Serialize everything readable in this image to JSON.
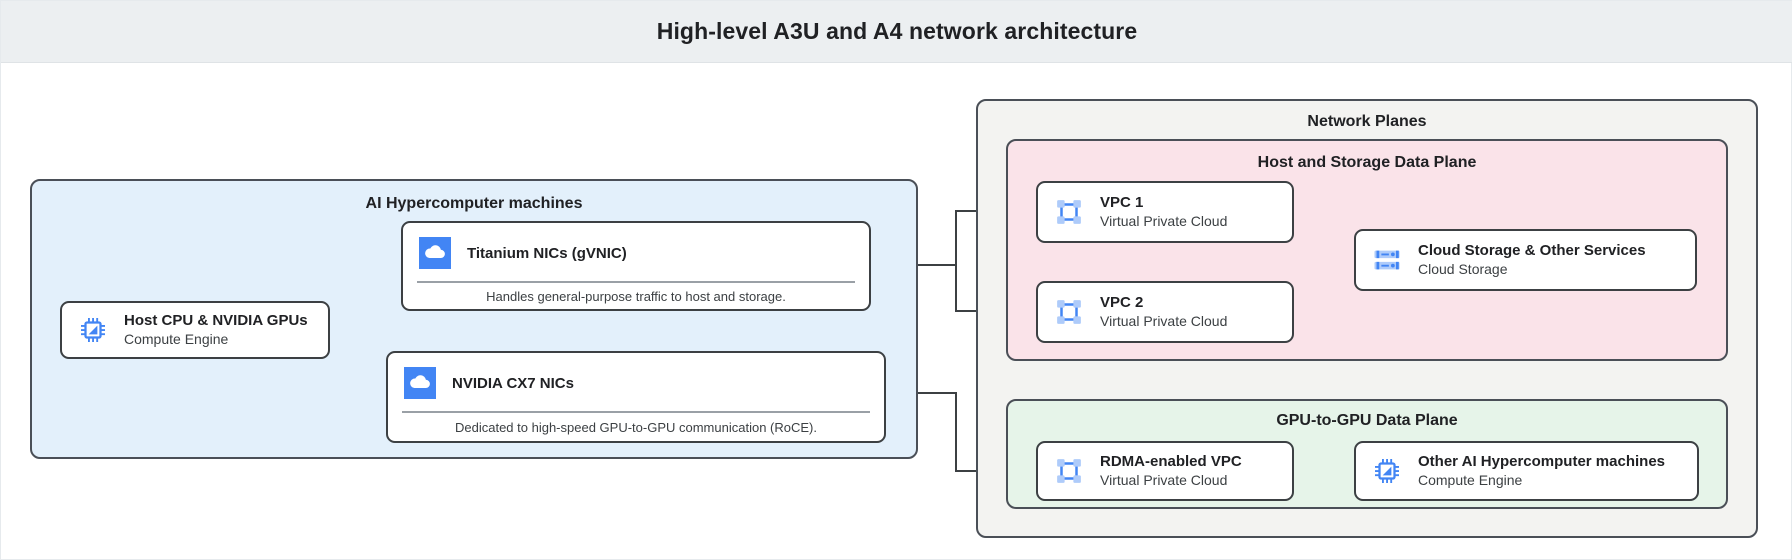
{
  "header": {
    "title": "High-level A3U and A4 network architecture"
  },
  "colors": {
    "header_bg": "#eceff1",
    "machines_panel_bg": "#e3f0fb",
    "network_planes_bg": "#f3f3f1",
    "host_storage_plane_bg": "#fae3e9",
    "gpu_plane_bg": "#e6f4e9",
    "card_bg": "#ffffff",
    "border": "#3c4043",
    "icon_blue": "#4285f4",
    "icon_blue_light": "#8ab4f8",
    "icon_blue_pale": "#aecbfa",
    "text": "#202124",
    "divider": "#9aa0a6"
  },
  "machines_panel": {
    "title": "AI Hypercomputer machines",
    "host": {
      "title": "Host CPU & NVIDIA GPUs",
      "subtitle": "Compute Engine",
      "icon": "cpu-chip-icon"
    },
    "nics": [
      {
        "title": "Titanium NICs (gVNIC)",
        "description": "Handles general-purpose traffic to host and storage.",
        "icon": "cloud-icon"
      },
      {
        "title": "NVIDIA CX7 NICs",
        "description": "Dedicated to high-speed GPU-to-GPU communication (RoCE).",
        "icon": "cloud-icon"
      }
    ]
  },
  "network_planes": {
    "title": "Network Planes",
    "host_storage_plane": {
      "title": "Host and Storage Data Plane",
      "vpcs": [
        {
          "title": "VPC 1",
          "subtitle": "Virtual Private Cloud",
          "icon": "vpc-icon"
        },
        {
          "title": "VPC 2",
          "subtitle": "Virtual Private Cloud",
          "icon": "vpc-icon"
        }
      ],
      "target": {
        "title": "Cloud Storage & Other Services",
        "subtitle": "Cloud Storage",
        "icon": "storage-rack-icon"
      }
    },
    "gpu_plane": {
      "title": "GPU-to-GPU Data Plane",
      "vpc": {
        "title": "RDMA-enabled VPC",
        "subtitle": "Virtual Private Cloud",
        "icon": "vpc-icon"
      },
      "target": {
        "title": "Other AI Hypercomputer machines",
        "subtitle": "Compute Engine",
        "icon": "cpu-chip-icon"
      }
    }
  }
}
